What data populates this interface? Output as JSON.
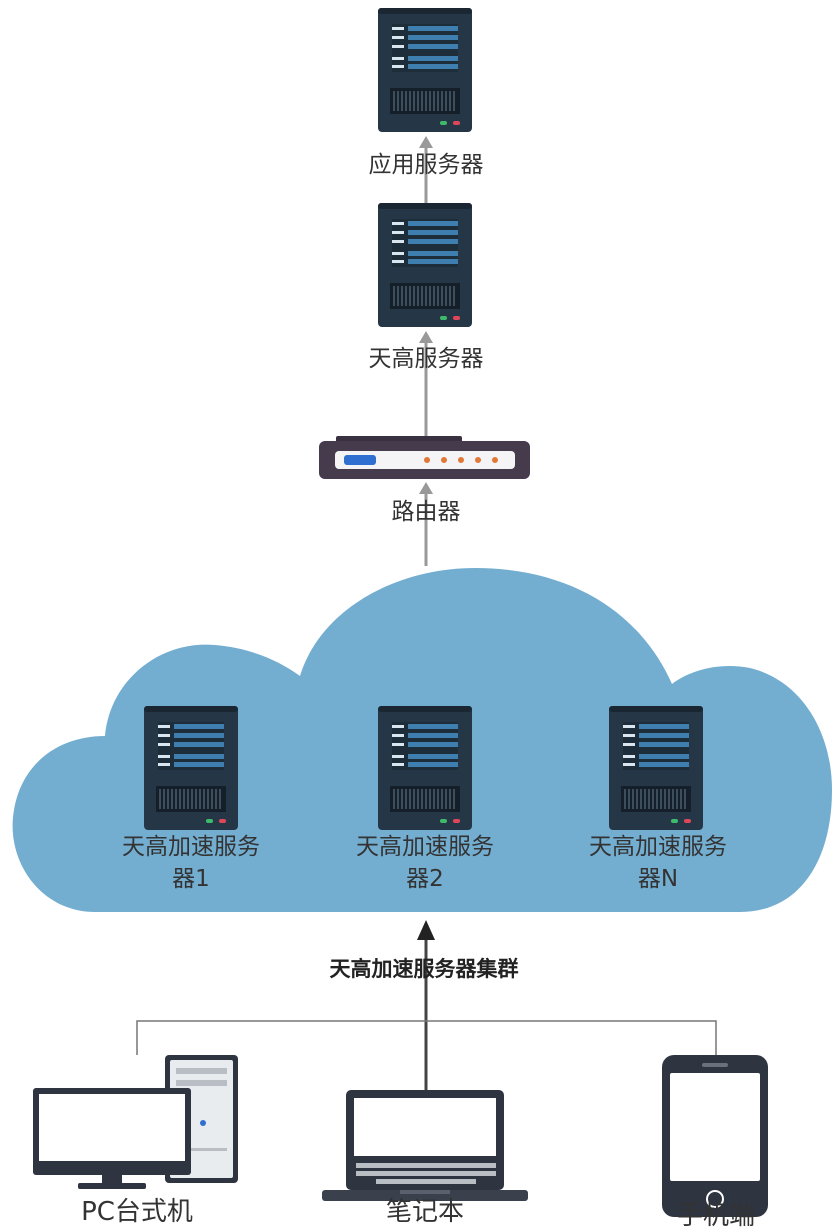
{
  "nodes": {
    "app_server": "应用服务器",
    "tiangao_server": "天高服务器",
    "router": "路由器",
    "accel_1_line1": "天高加速服务",
    "accel_1_line2": "器1",
    "accel_2_line1": "天高加速服务",
    "accel_2_line2": "器2",
    "accel_n_line1": "天高加速服务",
    "accel_n_line2": "器N",
    "cluster": "天高加速服务器集群",
    "pc": "PC台式机",
    "laptop": "笔记本",
    "phone": "手机端"
  },
  "colors": {
    "cloud": "#73AED1",
    "server_body": "#253746",
    "server_bar": "#3F7FB0",
    "router_body": "#463B4D",
    "router_port": "#2E6FD0",
    "router_led": "#E07838",
    "arrow": "#999999",
    "arrow_dark": "#222222"
  }
}
